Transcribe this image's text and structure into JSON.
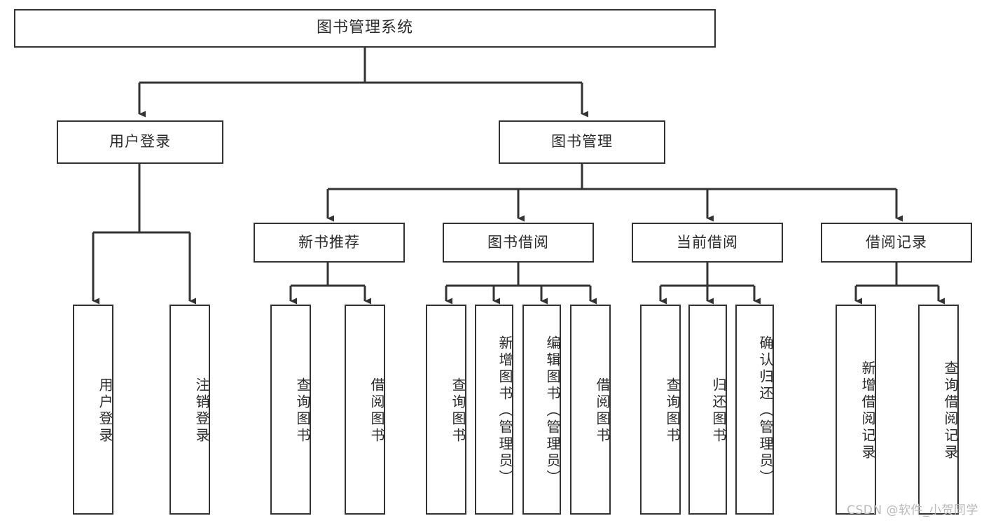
{
  "diagram": {
    "type": "tree",
    "title": "图书管理系统",
    "background": "#ffffff",
    "line_color": "#333333",
    "text_color": "#2b2b2b",
    "watermark": "CSDN @软件_小贺同学",
    "nodes": {
      "root": {
        "label": "图书管理系统"
      },
      "level1": [
        {
          "id": "user-login",
          "label": "用户登录"
        },
        {
          "id": "book-manage",
          "label": "图书管理"
        }
      ],
      "level2": [
        {
          "id": "new-book-recommend",
          "label": "新书推荐"
        },
        {
          "id": "book-borrow",
          "label": "图书借阅"
        },
        {
          "id": "current-borrow",
          "label": "当前借阅"
        },
        {
          "id": "borrow-record",
          "label": "借阅记录"
        }
      ],
      "leaves": {
        "user_login": [
          {
            "id": "leaf-user-login",
            "label": "用户登录"
          },
          {
            "id": "leaf-logout-login",
            "label": "注销登录"
          }
        ],
        "new_book_recommend": [
          {
            "id": "leaf-query-book-1",
            "label": "查询图书"
          },
          {
            "id": "leaf-borrow-book-1",
            "label": "借阅图书"
          }
        ],
        "book_borrow": [
          {
            "id": "leaf-query-book-2",
            "label": "查询图书"
          },
          {
            "id": "leaf-add-book",
            "label": "新增图书（管理员）"
          },
          {
            "id": "leaf-edit-book",
            "label": "编辑图书（管理员）"
          },
          {
            "id": "leaf-borrow-book-2",
            "label": "借阅图书"
          }
        ],
        "current_borrow": [
          {
            "id": "leaf-query-book-3",
            "label": "查询图书"
          },
          {
            "id": "leaf-return-book",
            "label": "归还图书"
          },
          {
            "id": "leaf-confirm-return",
            "label": "确认归还（管理员）"
          }
        ],
        "borrow_record": [
          {
            "id": "leaf-add-record",
            "label": "新增借阅记录"
          },
          {
            "id": "leaf-query-record",
            "label": "查询借阅记录"
          }
        ]
      }
    }
  }
}
